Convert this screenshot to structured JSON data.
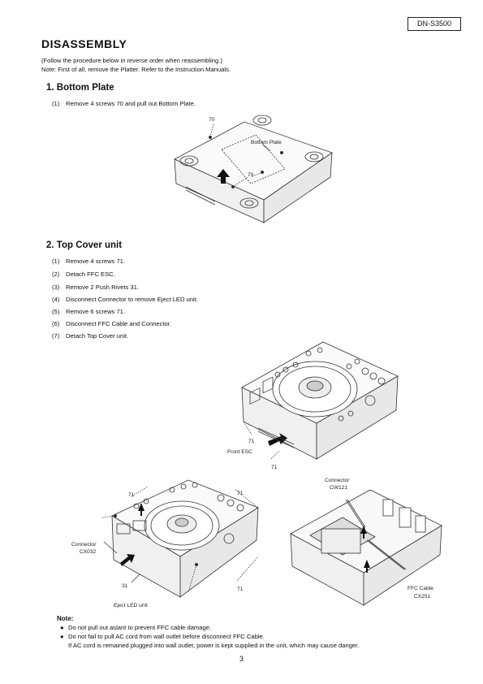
{
  "model": "DN-S3500",
  "title": "DISASSEMBLY",
  "intro": {
    "line1": "(Follow the procedure below in reverse order when reassembling.)",
    "line2": "Note: First of all, remove the Platter. Refer to the Instruction Manuals."
  },
  "section1": {
    "heading": "1.  Bottom Plate",
    "steps": [
      {
        "num": "(1)",
        "text": "Remove 4 screws 70 and pull out Bottom Plate."
      }
    ],
    "figure_labels": {
      "screw_a": "70",
      "plate": "Bottom Plate",
      "screw_b": "70"
    }
  },
  "section2": {
    "heading": "2.  Top Cover unit",
    "steps": [
      {
        "num": "(1)",
        "text": "Remove 4 screws 71."
      },
      {
        "num": "(2)",
        "text": "Detach FFC ESC."
      },
      {
        "num": "(3)",
        "text": "Remove 2 Push Rivets 31."
      },
      {
        "num": "(4)",
        "text": "Disconnect Connector to remove Eject LED unit."
      },
      {
        "num": "(5)",
        "text": "Remove 6 screws 71."
      },
      {
        "num": "(6)",
        "text": "Disconnect FFC Cable and Connector."
      },
      {
        "num": "(7)",
        "text": "Detach Top Cover unit."
      }
    ],
    "figure_top_labels": {
      "screw_a": "71",
      "esc": "Front ESC",
      "screw_b": "71"
    },
    "figure_left_labels": {
      "screw_tl": "71",
      "screw_tr": "71",
      "connector1": "Connector",
      "connector2": "CX032",
      "rivet": "31",
      "screw_b": "71",
      "eject": "Eject LED unit"
    },
    "figure_right_labels": {
      "conn1": "Connector",
      "conn2": "CW121",
      "ffc1": "FFC Cable",
      "ffc2": "CX251"
    }
  },
  "note": {
    "heading": "Note:",
    "bullet": "●",
    "items": [
      "Do not pull out aslant to prevent FFC cable damage.",
      "Do not fail to pull AC cord from wall outlet before disconnect FFC Cable."
    ],
    "continuation": "If AC cord is remained plugged into wall outlet, power is kept supplied in the unit, which may cause danger."
  },
  "page_number": "3"
}
